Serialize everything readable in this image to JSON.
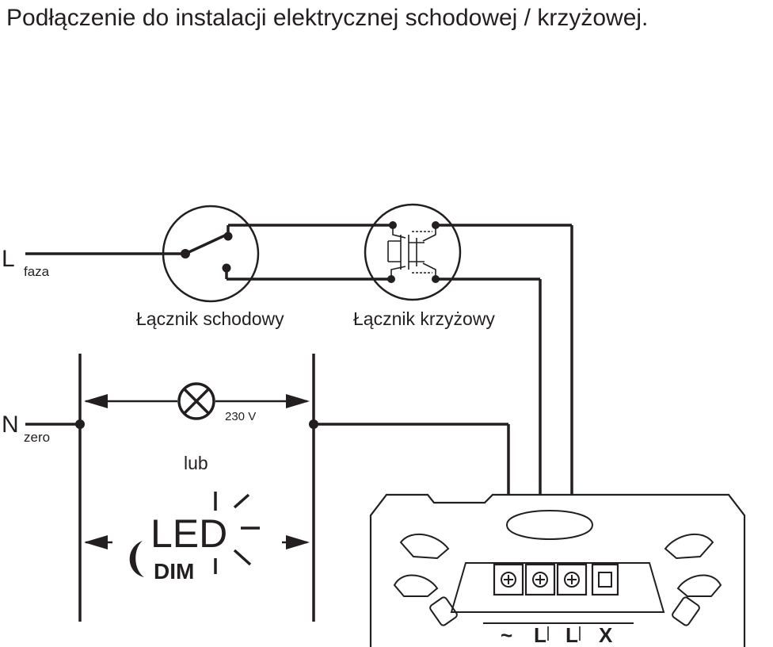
{
  "title": "Podłączenie do instalacji elektrycznej schodowej / krzyżowej.",
  "labels": {
    "line_main": "L",
    "line_sub": "faza",
    "neutral_main": "N",
    "neutral_sub": "zero",
    "stair_switch": "Łącznik schodowy",
    "cross_switch": "Łącznik krzyżowy",
    "voltage": "230 V",
    "or": "lub",
    "led": "LED",
    "dim": "DIM"
  },
  "terminals": {
    "t1": "~",
    "t2": "L",
    "t3": "L",
    "t4": "X"
  }
}
